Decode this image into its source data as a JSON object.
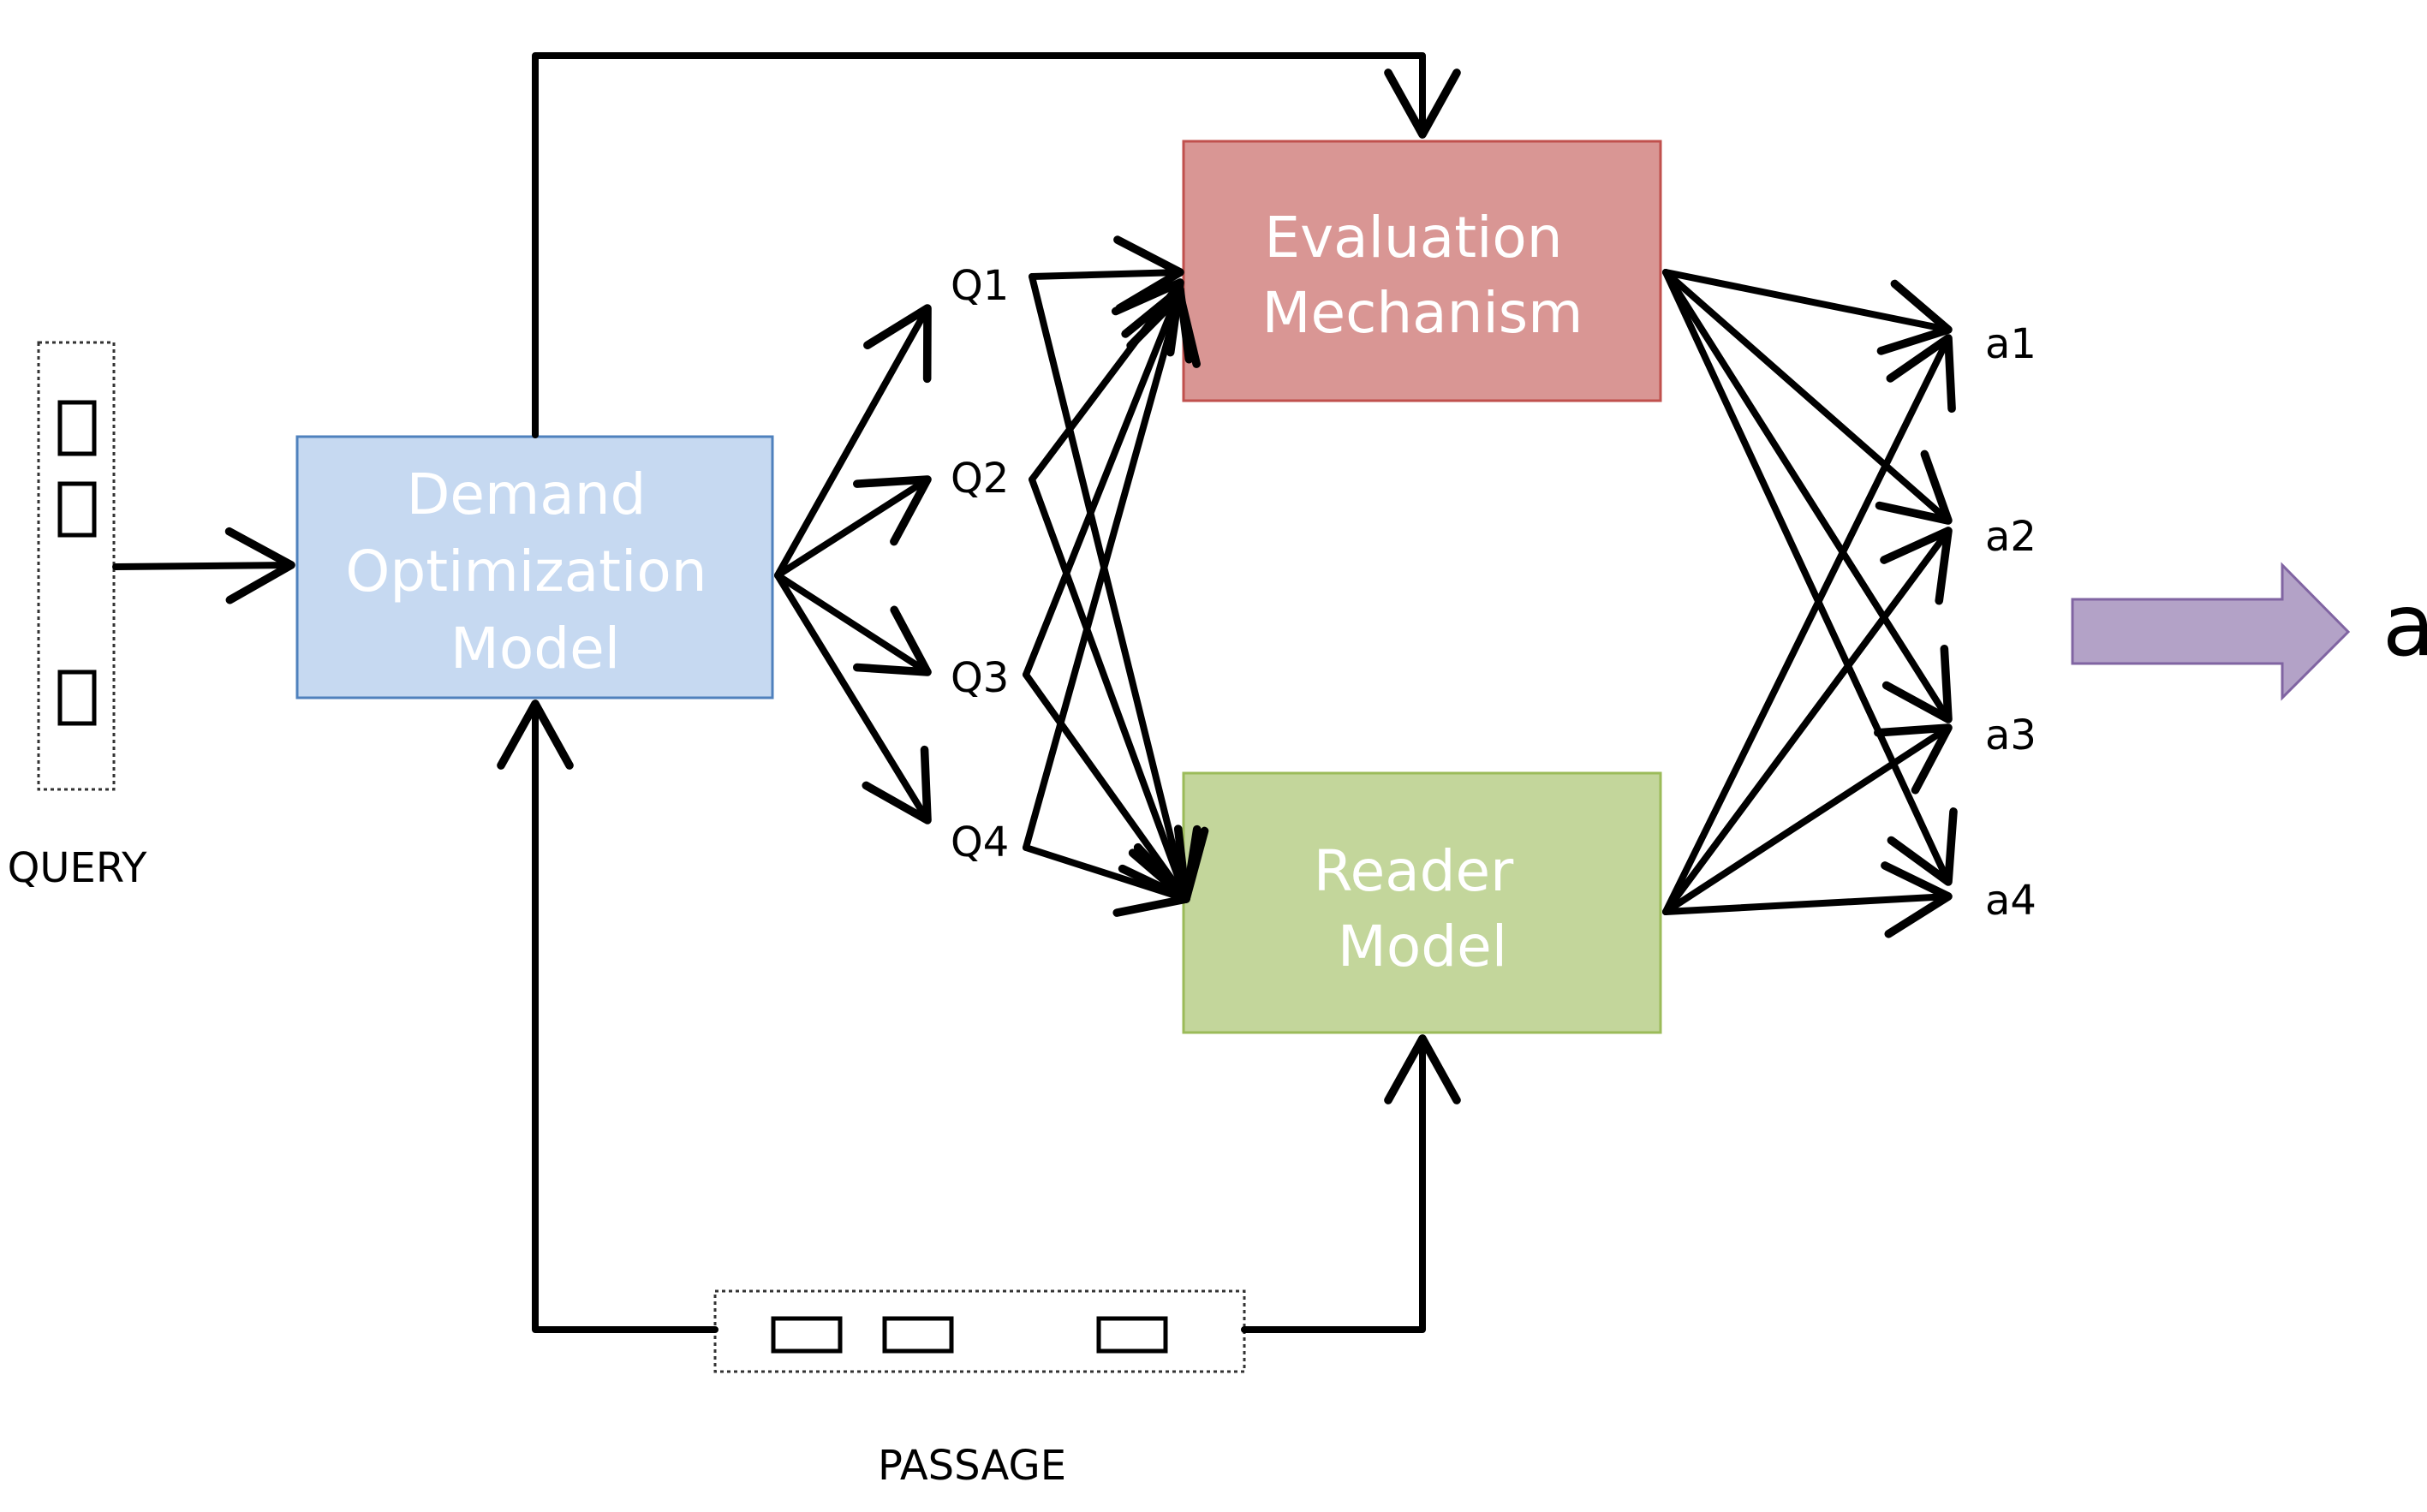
{
  "nodes": {
    "demand": {
      "lines": [
        "Demand",
        "Optimization",
        "Model"
      ],
      "fill": "#c6d9f1",
      "stroke": "#4f81bd"
    },
    "evaluation": {
      "lines": [
        "Evaluation",
        "Mechanism"
      ],
      "fill": "#d99694",
      "stroke": "#c0504d"
    },
    "reader": {
      "lines": [
        "Reader",
        "Model"
      ],
      "fill": "#c3d69b",
      "stroke": "#9bbb59"
    }
  },
  "query_label": "QUERY",
  "passage_label": "PASSAGE",
  "questions": [
    "Q1",
    "Q2",
    "Q3",
    "Q4"
  ],
  "answers": [
    "a1",
    "a2",
    "a3",
    "a4"
  ],
  "final_answer": "a",
  "final_arrow_color": "#b3a2c7"
}
